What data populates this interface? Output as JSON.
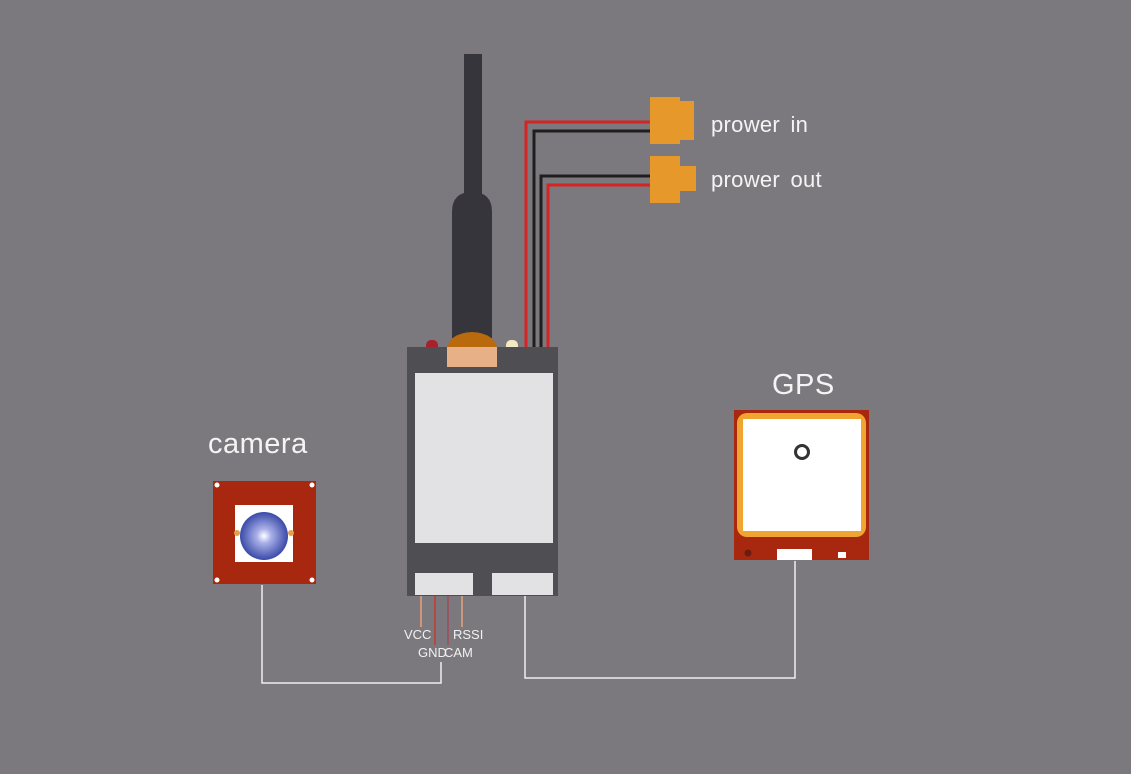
{
  "labels": {
    "camera": "camera",
    "gps": "GPS",
    "power_in": "prower  in",
    "power_out": "prower  out"
  },
  "pins": {
    "vcc": "VCC",
    "gnd": "GND",
    "cam": "CAM",
    "rssi": "RSSI"
  },
  "colors": {
    "background": "#7b797e",
    "connector": "#e6982a",
    "wire_red": "#d42424",
    "wire_black": "#1e1e1e",
    "board_dark": "#4f4e52",
    "antenna": "#36353b",
    "pcb_red": "#a8280f",
    "gps_patch_frame": "#f0a530"
  }
}
